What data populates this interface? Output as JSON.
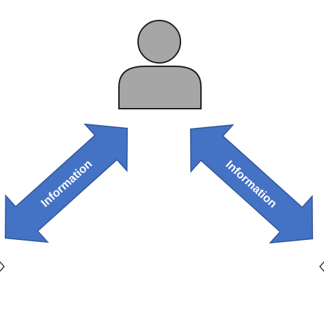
{
  "diagram": {
    "person_icon": "person-icon",
    "left_arrow": {
      "label": "Information",
      "icon": "double-headed-arrow"
    },
    "right_arrow": {
      "label": "Information",
      "icon": "double-headed-arrow"
    },
    "left_edge_icon": "diamond-connector-icon",
    "right_edge_icon": "diamond-connector-icon"
  },
  "colors": {
    "person_fill": "#a6a6a6",
    "person_stroke": "#1a1a1a",
    "arrow_fill": "#4472c4",
    "arrow_stroke": "#2f5597",
    "label_text": "#ffffff"
  }
}
